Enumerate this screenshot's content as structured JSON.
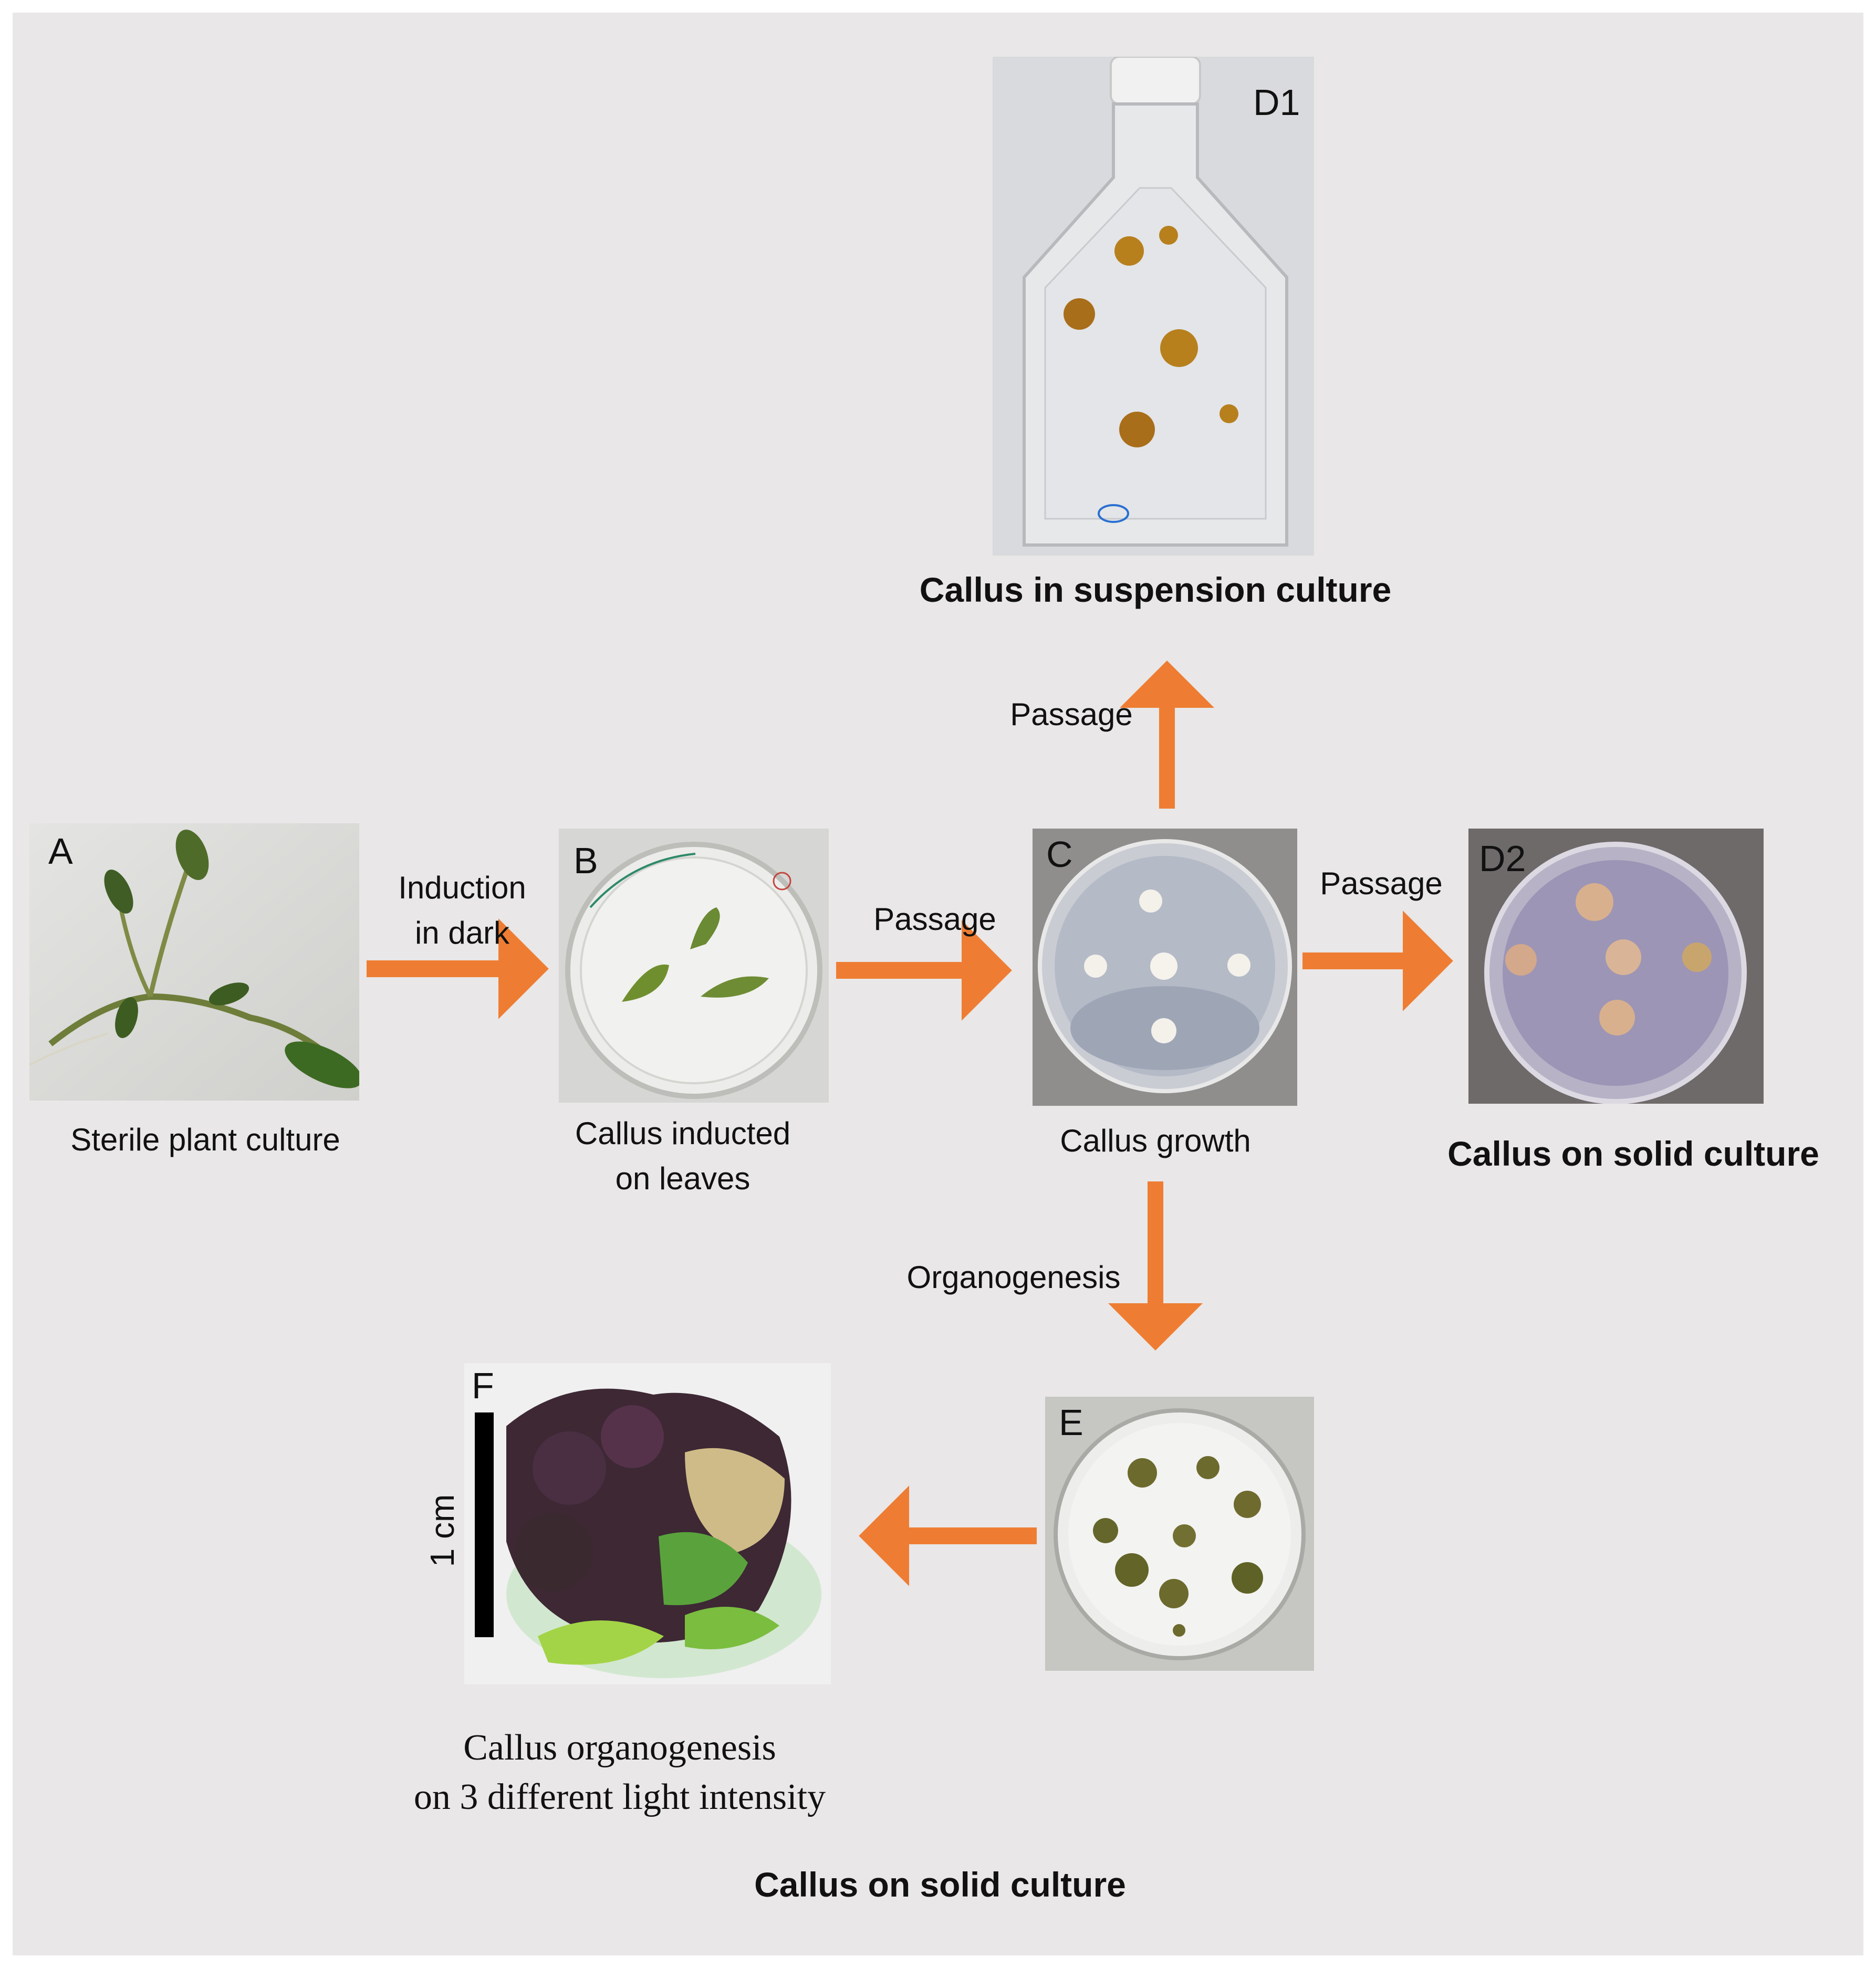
{
  "panels": {
    "A": {
      "label": "A",
      "caption": [
        "Sterile plant culture"
      ]
    },
    "B": {
      "label": "B",
      "caption": [
        "Callus inducted",
        "on leaves"
      ]
    },
    "C": {
      "label": "C",
      "caption": [
        "Callus growth"
      ]
    },
    "D1": {
      "label": "D1",
      "caption": [
        "Callus in suspension culture"
      ]
    },
    "D2": {
      "label": "D2",
      "caption": [
        "Callus  on solid culture"
      ]
    },
    "E": {
      "label": "E"
    },
    "F": {
      "label": "F",
      "caption": [
        "Callus  organogenesis",
        "on 3  different light intensity"
      ],
      "scale_label": "1 cm"
    }
  },
  "arrows": {
    "a_to_b": [
      "Induction",
      "in dark"
    ],
    "b_to_c": [
      "Passage"
    ],
    "c_to_d1": [
      "Passage"
    ],
    "c_to_d2": [
      "Passage"
    ],
    "c_to_e": [
      "Organogenesis"
    ]
  },
  "bottom_caption": "Callus  on solid culture",
  "colors": {
    "arrow": "#ee7d33",
    "background": "#e9e7e7"
  }
}
